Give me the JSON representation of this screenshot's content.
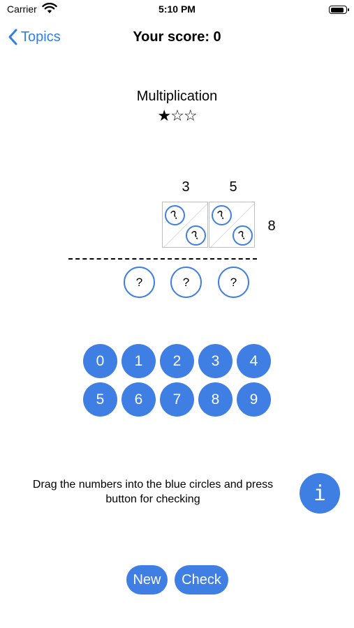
{
  "status_bar": {
    "carrier": "Carrier",
    "time": "5:10 PM",
    "battery_level": 0.9
  },
  "nav": {
    "back_label": "Topics",
    "score_label": "Your score: 0"
  },
  "topic": {
    "title": "Multiplication",
    "stars": "★☆☆"
  },
  "problem": {
    "top_digits": [
      "3",
      "5"
    ],
    "multiplier": "8",
    "cell_placeholder": "?",
    "answer_placeholders": [
      "?",
      "?",
      "?"
    ]
  },
  "keypad": {
    "keys": [
      "0",
      "1",
      "2",
      "3",
      "4",
      "5",
      "6",
      "7",
      "8",
      "9"
    ]
  },
  "instructions": {
    "line1": "Drag the numbers into the blue circles and press",
    "line2": "button for checking"
  },
  "info_button": {
    "label": "i"
  },
  "buttons": {
    "new_label": "New",
    "check_label": "Check"
  },
  "colors": {
    "accent": "#3f7fe4",
    "link": "#2f7fe6"
  }
}
